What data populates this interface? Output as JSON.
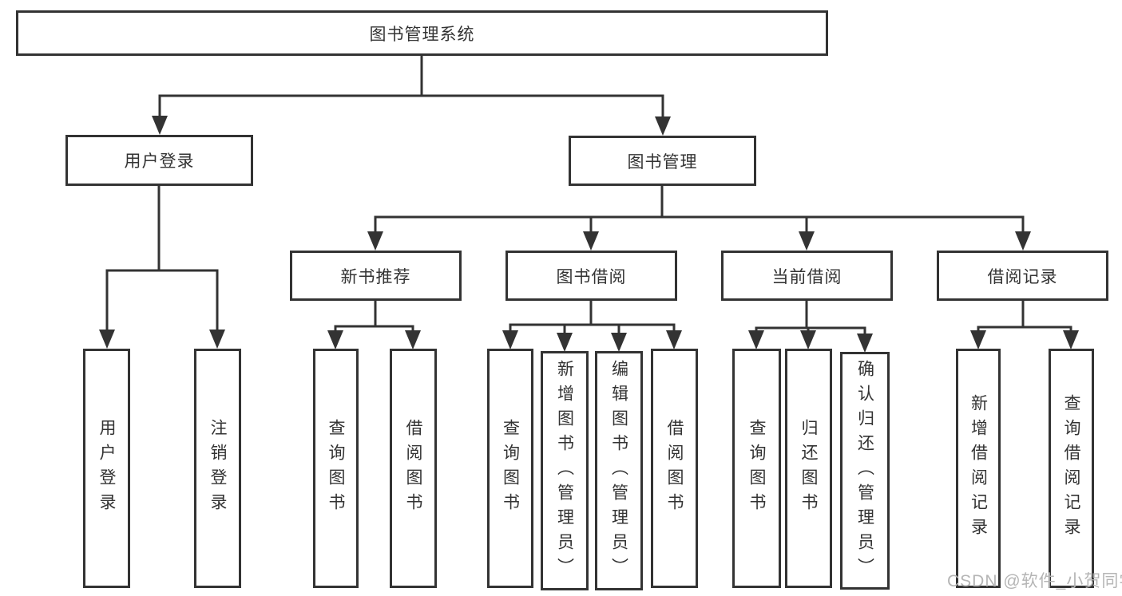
{
  "diagram": {
    "root": {
      "label": "图书管理系统"
    },
    "branches": [
      {
        "label": "用户登录",
        "leaves": [
          "用户登录",
          "注销登录"
        ]
      },
      {
        "label": "图书管理",
        "groups": [
          {
            "label": "新书推荐",
            "leaves": [
              "查询图书",
              "借阅图书"
            ]
          },
          {
            "label": "图书借阅",
            "leaves": [
              "查询图书",
              "新增图书（管理员）",
              "编辑图书（管理员）",
              "借阅图书"
            ]
          },
          {
            "label": "当前借阅",
            "leaves": [
              "查询图书",
              "归还图书",
              "确认归还（管理员）"
            ]
          },
          {
            "label": "借阅记录",
            "leaves": [
              "新增借阅记录",
              "查询借阅记录"
            ]
          }
        ]
      }
    ],
    "watermark": "CSDN @软件_小贺同学",
    "colors": {
      "line": "#333333",
      "box_border": "#333333",
      "box_background": "#ffffff",
      "text": "#333333",
      "watermark": "#b5b5b5",
      "background": "#ffffff"
    }
  }
}
